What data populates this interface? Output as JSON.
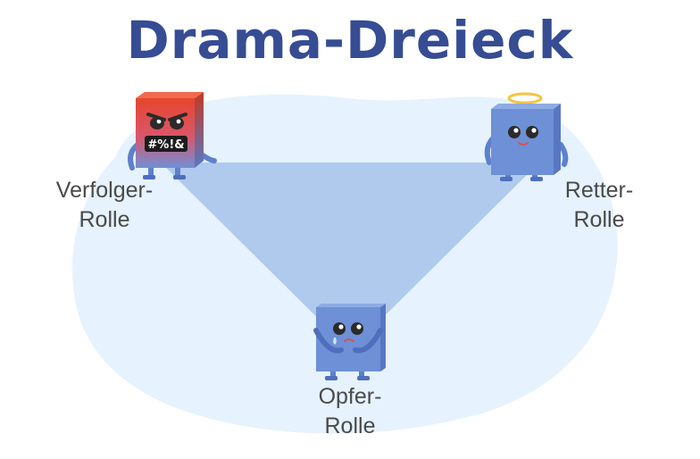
{
  "title": "Drama-Dreieck",
  "roles": {
    "persecutor": {
      "line1": "Verfolger-",
      "line2": "Rolle",
      "speech": "#%!&"
    },
    "rescuer": {
      "line1": "Retter-",
      "line2": "Rolle"
    },
    "victim": {
      "line1": "Opfer-",
      "line2": "Rolle"
    }
  },
  "colors": {
    "title": "#364c93",
    "blob": "#e6f2fd",
    "triangle": "#a8c6ea",
    "cube_blue": "#6d90d6",
    "cube_red_top": "#e5482f",
    "halo": "#f6c440"
  },
  "icons": [
    "angry-cube-icon",
    "halo-cube-icon",
    "crying-cube-icon"
  ]
}
